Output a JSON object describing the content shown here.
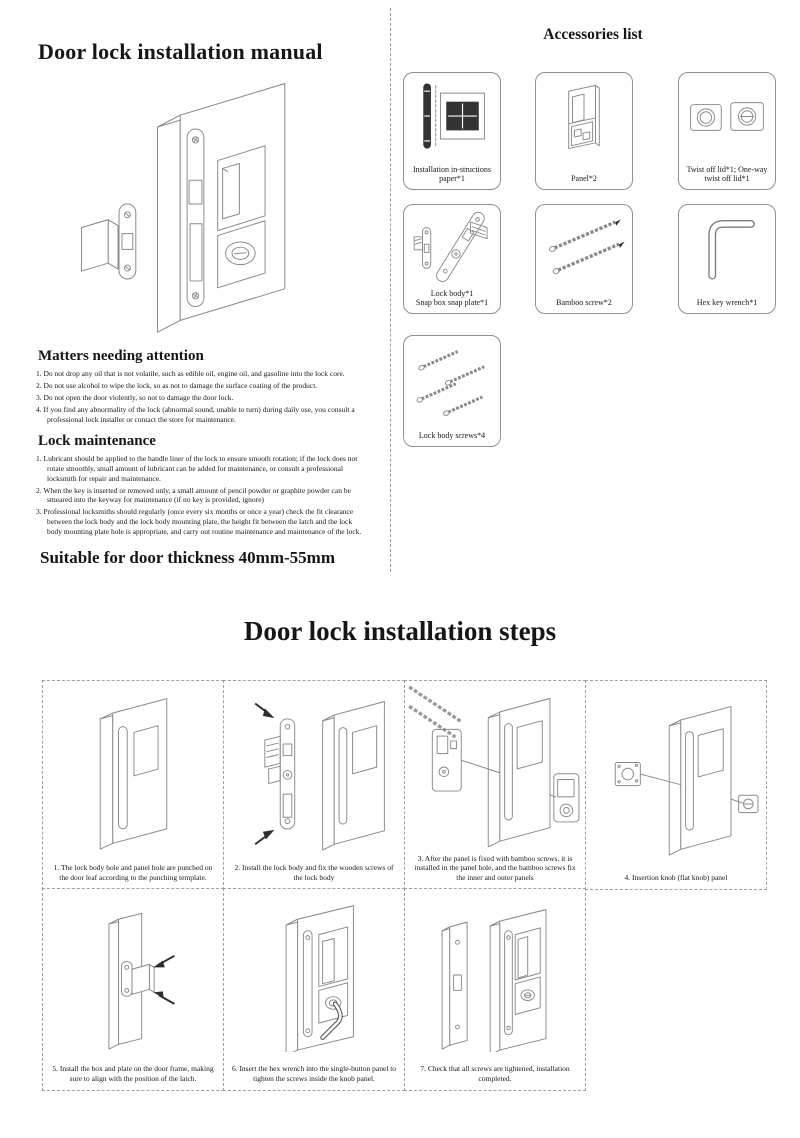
{
  "manual": {
    "title": "Door lock installation manual",
    "attention_heading": "Matters needing attention",
    "attention_items": [
      "1. Do not drop any oil that is not volatile, such as edible oil, engine oil, and gasoline into the lock core.",
      "2. Do not use alcohol to wipe the lock, so as not to damage the surface coating of the product.",
      "3. Do not open the door violently, so not to damage the door lock.",
      "4. If you find any abnormality of the lock (abnormal sound, unable to turn) during daily use, you consult a professional lock installer or contact the store for maintenance."
    ],
    "maintenance_heading": "Lock maintenance",
    "maintenance_items": [
      "1. Lubricant should be applied to the handle liner of the lock to ensure smooth rotation; if the lock does not rotate smoothly, small amount of lubricant can be added for maintenance, or consult a professional locksmith for repair and maintenance.",
      "2. When the key is inserted or removed unly, a small amount of pencil powder or graphite powder can be smeared into the keyway for maintenance (if no key is provided, ignore)",
      "3. Professional locksmiths should regularly (once every six months or once a year) check the fit clearance between the lock body and the lock body mounting plate, the height fit between the latch and the lock body mounting plate hole is appropriate, and carry out routine maintenance and maintenance of the lock."
    ],
    "thickness_note": "Suitable for door thickness 40mm-55mm"
  },
  "accessories": {
    "title": "Accessories list",
    "items": [
      {
        "icon": "installation-paper-icon",
        "label": "Installation in-structions paper*1",
        "label2": ""
      },
      {
        "icon": "panel-icon",
        "label": "Panel*2",
        "label2": ""
      },
      {
        "icon": "twist-off-lids-icon",
        "label": "Twist off lid*1; One-way twist off lid*1",
        "label2": ""
      },
      {
        "icon": "lock-body-icon",
        "label": "Lock body*1",
        "label2": "Snap box snap plate*1"
      },
      {
        "icon": "bamboo-screw-icon",
        "label": "Bamboo screw*2",
        "label2": ""
      },
      {
        "icon": "hex-key-wrench-icon",
        "label": "Hex key wrench*1",
        "label2": ""
      },
      {
        "icon": "lock-body-screws-icon",
        "label": "Lock body screws*4",
        "label2": ""
      }
    ]
  },
  "steps": {
    "title": "Door lock installation steps",
    "captions": [
      "1. The lock body hole and panel hole are punched on the door leaf according to the punching template.",
      "2. Install the lock body and fix the wooden screws of the lock body",
      "3. After the panel is fixed with bamboo screws, it is installed in the panel hole, and the bamboo screws fix the inner and outer panels",
      "4. Insertion knob (flat knob) panel",
      "5. Install the box and plate on the door frame, making sure to align with the position of the latch.",
      "6. Insert the hex wrench into the single-button panel to tighten the screws inside the knob panel.",
      "7. Check that all screws are tightened, installation completed."
    ]
  }
}
